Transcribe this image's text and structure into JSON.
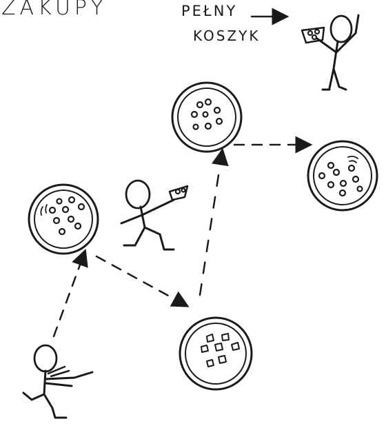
{
  "title": "ZAKUPY",
  "full_basket_label": {
    "line1": "PEŁNY",
    "line2": "KOSZYK"
  },
  "colors": {
    "ink": "#1a1a1a",
    "background": "#ffffff"
  },
  "figure": {
    "type": "hand-drawn-diagram",
    "nodes": [
      "start-person",
      "cell-left",
      "cell-bottom",
      "cell-top",
      "cell-right",
      "carrier-person",
      "finish-person"
    ],
    "edges": [
      [
        "start-person",
        "cell-left"
      ],
      [
        "cell-left",
        "cell-bottom"
      ],
      [
        "cell-bottom",
        "cell-top"
      ],
      [
        "cell-top",
        "cell-right"
      ],
      [
        "full-basket-label",
        "finish-person"
      ]
    ]
  }
}
